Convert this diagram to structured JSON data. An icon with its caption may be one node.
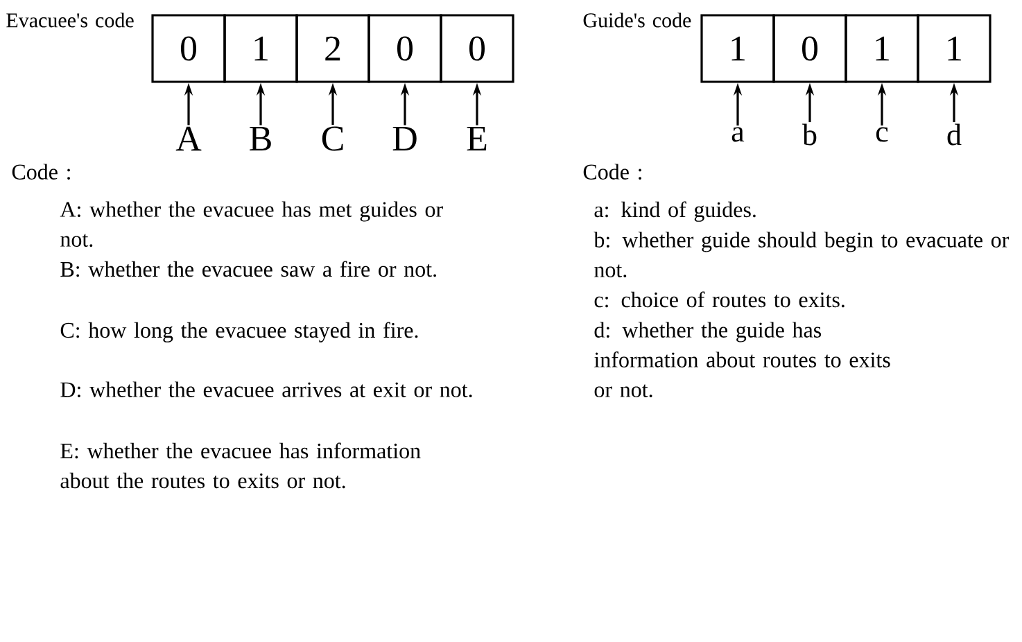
{
  "diagram": {
    "nodes": [
      {
        "text": [
          "0"
        ]
      },
      {
        "text": [
          "1"
        ]
      },
      {
        "text": [
          "2"
        ]
      },
      {
        "text": [
          "0"
        ]
      },
      {
        "text": [
          "0"
        ]
      },
      {
        "text": [
          "A"
        ]
      },
      {
        "text": [
          "B"
        ]
      },
      {
        "text": [
          "C"
        ]
      },
      {
        "text": [
          "D"
        ]
      },
      {
        "text": [
          "E"
        ]
      },
      {
        "text": [
          "1"
        ]
      },
      {
        "text": [
          "0"
        ]
      },
      {
        "text": [
          "1"
        ]
      },
      {
        "text": [
          "1"
        ]
      },
      {
        "text": [
          "a"
        ]
      },
      {
        "text": [
          "b"
        ]
      },
      {
        "text": [
          "c"
        ]
      },
      {
        "text": [
          "d"
        ]
      }
    ],
    "edges": [
      {
        "from": 5,
        "to": 0,
        "arrow": "to"
      },
      {
        "from": 6,
        "to": 1,
        "arrow": "to"
      },
      {
        "from": 7,
        "to": 2,
        "arrow": "to"
      },
      {
        "from": 8,
        "to": 3,
        "arrow": "to"
      },
      {
        "from": 9,
        "to": 4,
        "arrow": "to"
      },
      {
        "from": 14,
        "to": 10,
        "arrow": "to"
      },
      {
        "from": 15,
        "to": 11,
        "arrow": "to"
      },
      {
        "from": 16,
        "to": 12,
        "arrow": "to"
      },
      {
        "from": 17,
        "to": 13,
        "arrow": "to"
      }
    ],
    "labels": [
      "Evacuee's code",
      "Code :",
      "A: whether the evacuee has met guides or not.",
      "B: whether the evacuee saw a fire or not.",
      "C: how long the evacuee stayed in fire.",
      "D: whether the evacuee arrives at exit or not.",
      "E: whether the evacuee has information about the routes to exits or not.",
      "Guide's code",
      "Code :",
      "a: kind of guides.",
      "b: whether guide should begin to evacuate or not.",
      "c: choice of routes to exits.",
      "d: whether the guide has information about routes to exits or not."
    ]
  }
}
